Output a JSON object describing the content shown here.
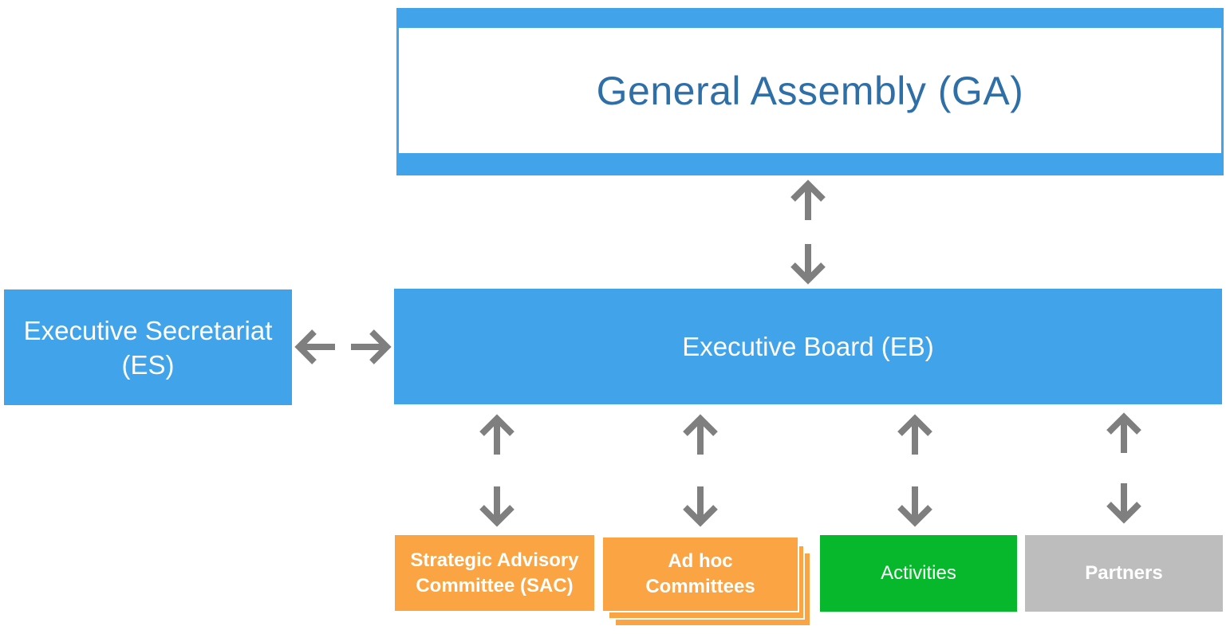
{
  "general_assembly": {
    "label": "General Assembly (GA)"
  },
  "executive_board": {
    "label": "Executive Board (EB)"
  },
  "executive_secretariat": {
    "line1": "Executive Secretariat",
    "line2": "(ES)"
  },
  "bodies": {
    "sac": {
      "line1": "Strategic Advisory",
      "line2": "Committee (SAC)"
    },
    "adhoc": {
      "line1": "Ad hoc",
      "line2": "Committees"
    },
    "activities": {
      "label": "Activities"
    },
    "partners": {
      "label": "Partners"
    }
  },
  "colors": {
    "primary_blue": "#41a3e9",
    "title_blue": "#2f6fa8",
    "orange": "#fba443",
    "green": "#08b82c",
    "gray": "#bdbdbd",
    "arrow_gray": "#7f7f7f"
  }
}
